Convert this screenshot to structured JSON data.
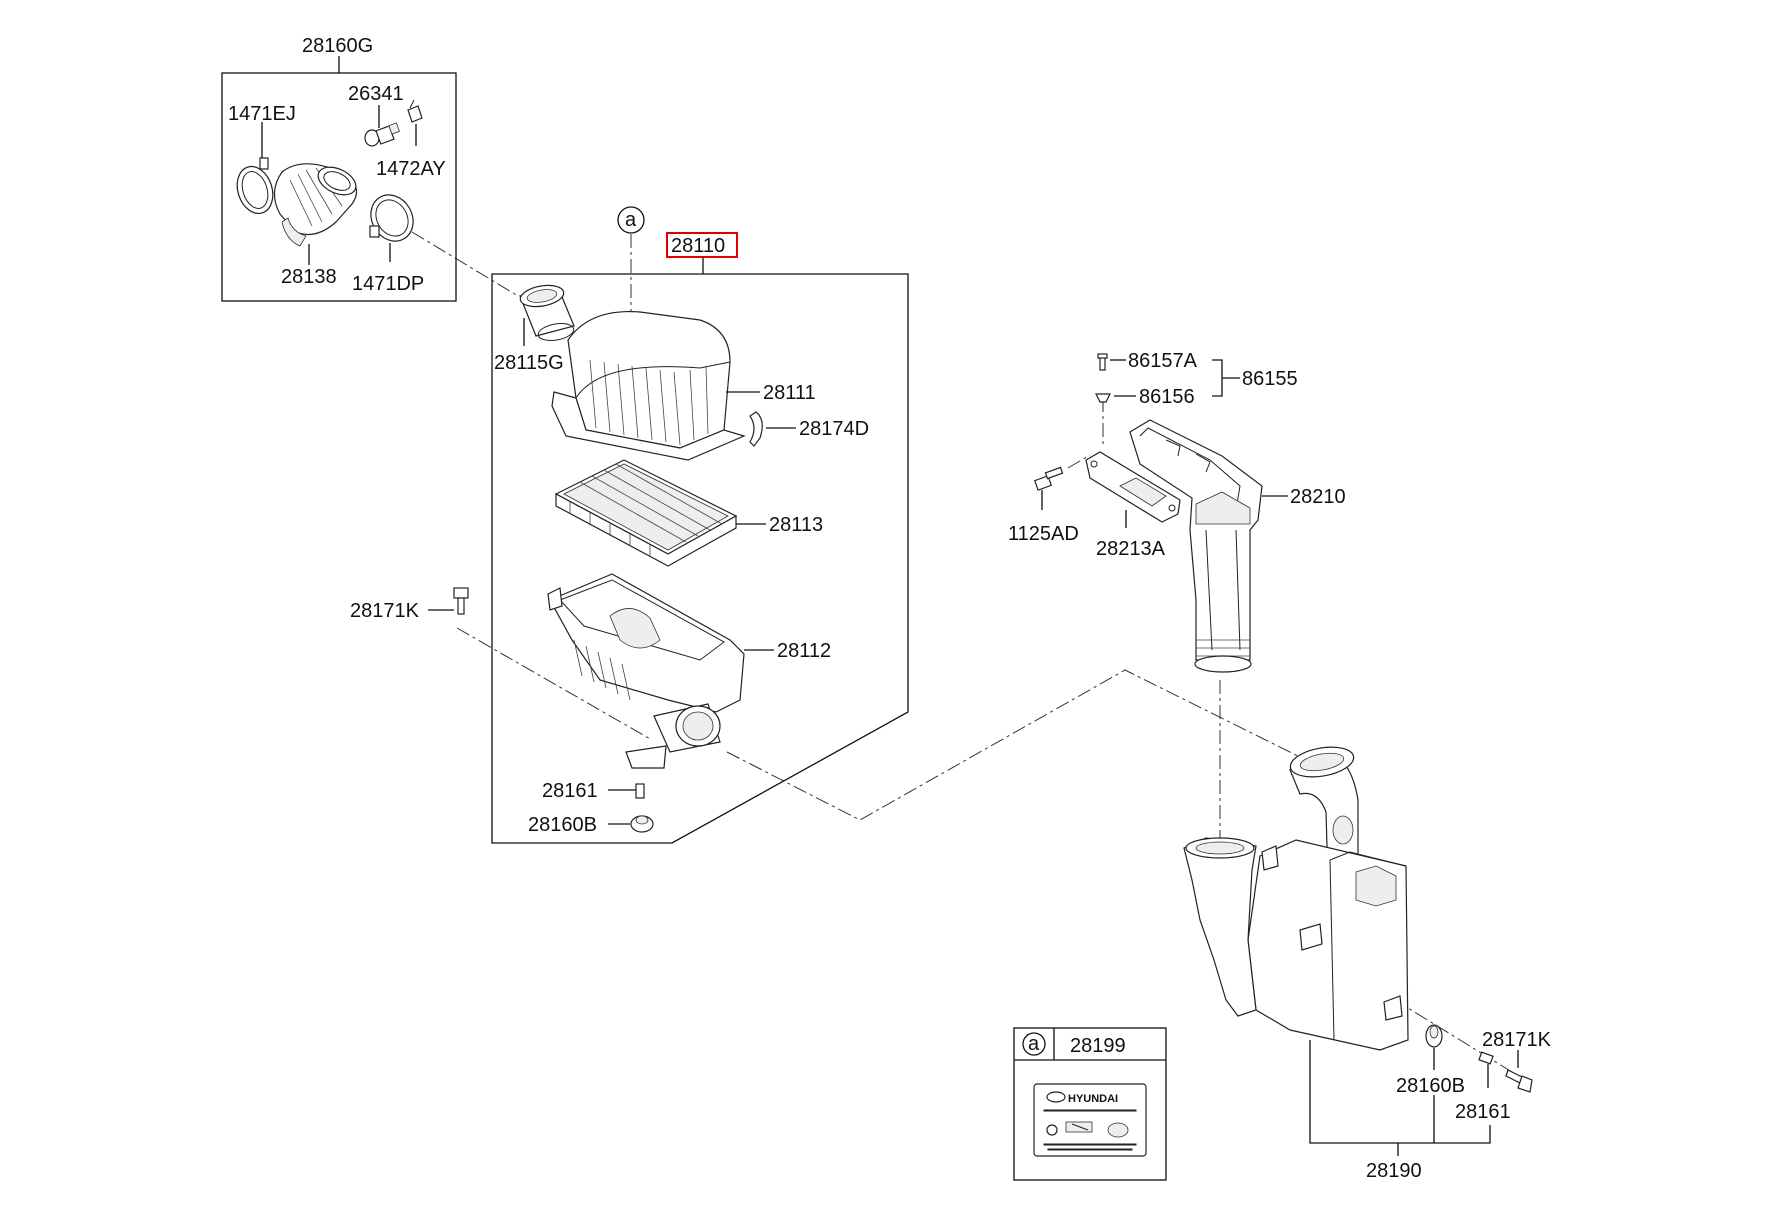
{
  "callouts": {
    "assy_28160G": "28160G",
    "clamp_1471EJ": "1471EJ",
    "sensor_26341": "26341",
    "clip_1472AY": "1472AY",
    "hose_28138": "28138",
    "clamp_1471DP": "1471DP",
    "ref_a": "a",
    "assy_28110": "28110",
    "duct_28115G": "28115G",
    "cover_28111": "28111",
    "clip_28174D": "28174D",
    "filter_28113": "28113",
    "bolt_28171K_left": "28171K",
    "body_28112": "28112",
    "collar_28161_left": "28161",
    "insulator_28160B_left": "28160B",
    "bolt_86157A": "86157A",
    "assy_86155": "86155",
    "nut_86156": "86156",
    "duct_28210": "28210",
    "bolt_1125AD": "1125AD",
    "bracket_28213A": "28213A",
    "bolt_28171K_right": "28171K",
    "insulator_28160B_right": "28160B",
    "collar_28161_right": "28161",
    "resonator_28190": "28190"
  },
  "label_box": {
    "ref": "a",
    "part_no": "28199",
    "brand_logo": "HYUNDAI"
  },
  "colors": {
    "line": "#111111",
    "highlight": "#e00000"
  }
}
